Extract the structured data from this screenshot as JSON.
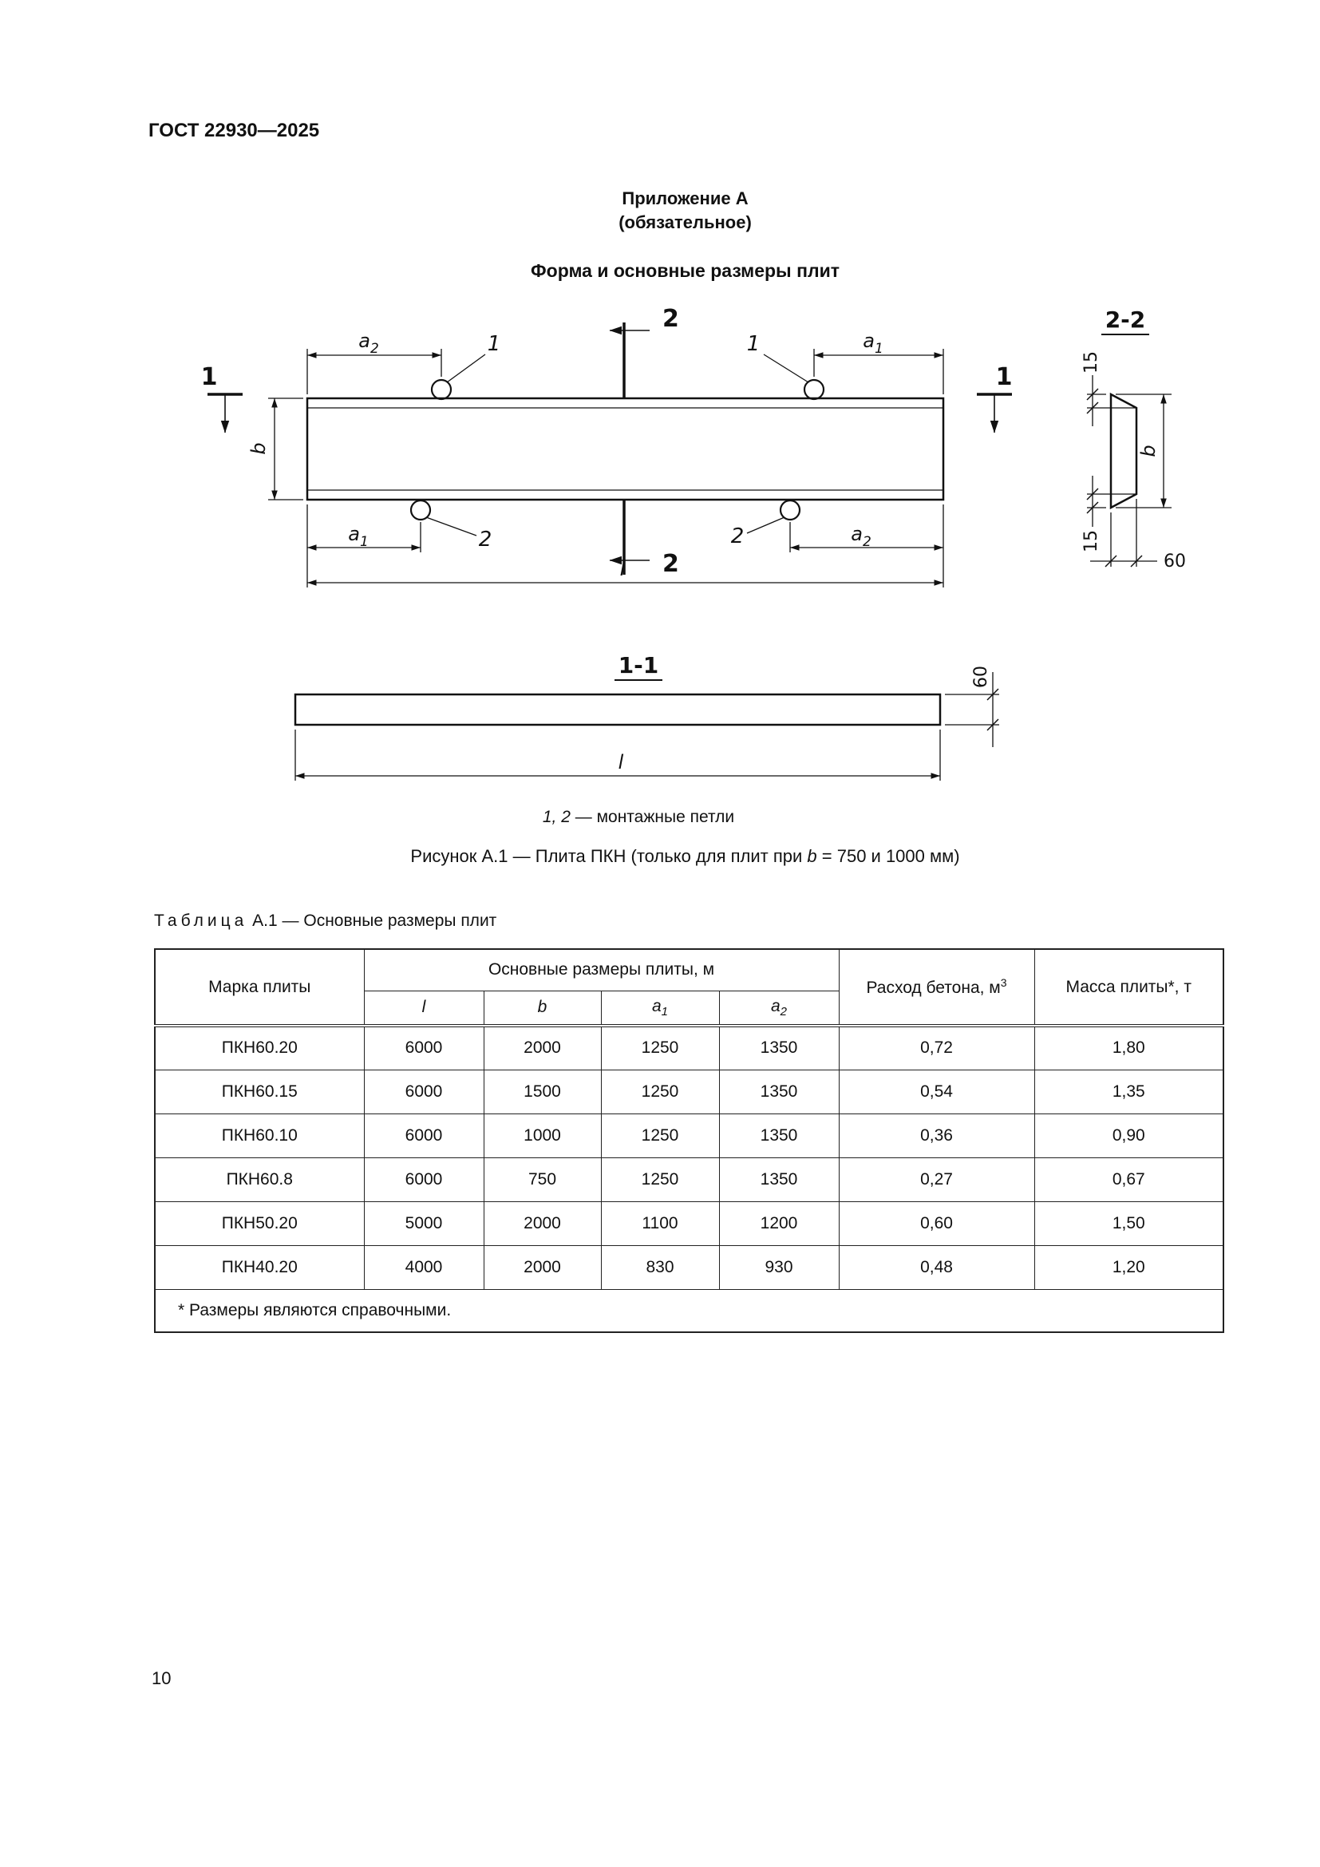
{
  "page": {
    "doc_code": "ГОСТ 22930—2025",
    "page_number": "10"
  },
  "appendix": {
    "title": "Приложение А",
    "subtitle": "(обязательное)",
    "heading": "Форма и основные размеры плит"
  },
  "figure": {
    "legend_italic": "1, 2",
    "legend_text": " — монтажные петли",
    "caption_pre": "Рисунок А.1 — Плита ПКН (только для плит при ",
    "caption_var": "b",
    "caption_post": " = 750 и 1000 мм)"
  },
  "drawing": {
    "pos_1": "1",
    "pos_2": "2",
    "cut_1": "1",
    "cut_2": "2",
    "sec_11": "1-1",
    "sec_22": "2-2",
    "a": "a",
    "sub1": "1",
    "sub2": "2",
    "b": "b",
    "l": "l",
    "n15": "15",
    "n60": "60"
  },
  "table": {
    "label": "Таблица",
    "title_rest": " А.1 — Основные размеры плит",
    "header": {
      "mark": "Марка плиты",
      "dims_group": "Основные размеры плиты, м",
      "col_l": "l",
      "col_b": "b",
      "col_a": "a",
      "col_a1_sub": "1",
      "col_a2_sub": "2",
      "concrete": "Расход бетона, м",
      "concrete_sup": "3",
      "mass": "Масса плиты*, т"
    },
    "rows": [
      {
        "mark": "ПКН60.20",
        "l": "6000",
        "b": "2000",
        "a1": "1250",
        "a2": "1350",
        "concrete": "0,72",
        "mass": "1,80"
      },
      {
        "mark": "ПКН60.15",
        "l": "6000",
        "b": "1500",
        "a1": "1250",
        "a2": "1350",
        "concrete": "0,54",
        "mass": "1,35"
      },
      {
        "mark": "ПКН60.10",
        "l": "6000",
        "b": "1000",
        "a1": "1250",
        "a2": "1350",
        "concrete": "0,36",
        "mass": "0,90"
      },
      {
        "mark": "ПКН60.8",
        "l": "6000",
        "b": "750",
        "a1": "1250",
        "a2": "1350",
        "concrete": "0,27",
        "mass": "0,67"
      },
      {
        "mark": "ПКН50.20",
        "l": "5000",
        "b": "2000",
        "a1": "1100",
        "a2": "1200",
        "concrete": "0,60",
        "mass": "1,50"
      },
      {
        "mark": "ПКН40.20",
        "l": "4000",
        "b": "2000",
        "a1": "830",
        "a2": "930",
        "concrete": "0,48",
        "mass": "1,20"
      }
    ],
    "footnote": "*  Размеры являются справочными."
  }
}
